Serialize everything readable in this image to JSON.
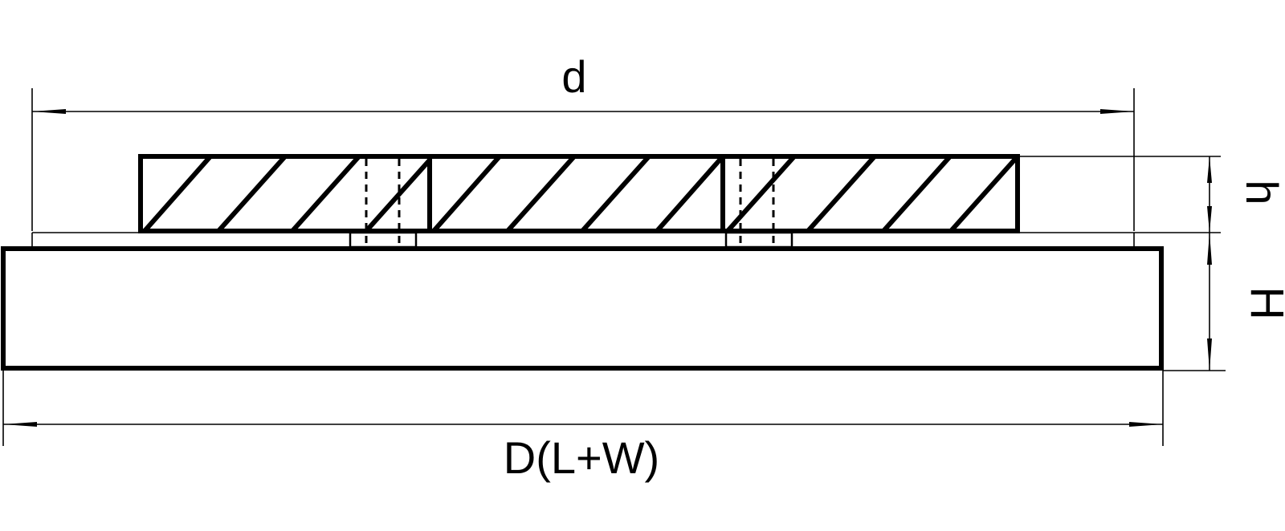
{
  "dimensions": {
    "top_width_label": "d",
    "bottom_width_label": "D(L+W)",
    "small_height_label": "h",
    "large_height_label": "H"
  },
  "colors": {
    "stroke": "#000000",
    "background": "#ffffff"
  }
}
